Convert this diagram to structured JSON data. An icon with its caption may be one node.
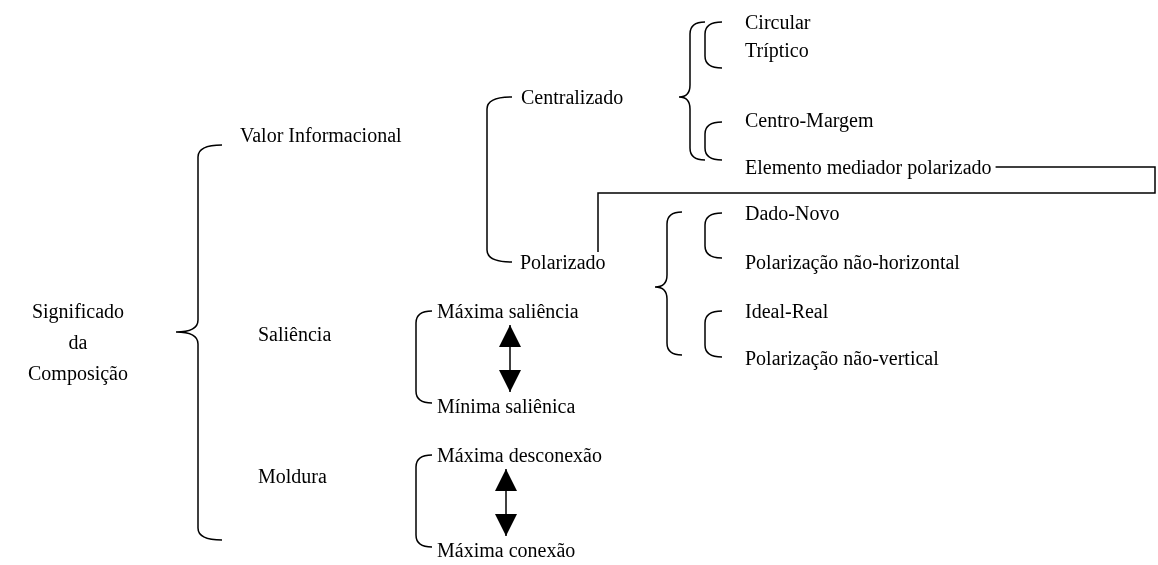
{
  "diagram": {
    "nodes": [
      {
        "text": [
          "Significado da Composição"
        ]
      },
      {
        "text": [
          "Valor Informacional"
        ]
      },
      {
        "text": [
          "Saliência"
        ]
      },
      {
        "text": [
          "Moldura"
        ]
      },
      {
        "text": [
          "Centralizado"
        ]
      },
      {
        "text": [
          "Polarizado"
        ]
      },
      {
        "text": [
          "Circular"
        ]
      },
      {
        "text": [
          "Tríptico"
        ]
      },
      {
        "text": [
          "Centro-Margem"
        ]
      },
      {
        "text": [
          "Elemento mediador polarizado"
        ]
      },
      {
        "text": [
          "Dado-Novo"
        ]
      },
      {
        "text": [
          "Polarização não-horizontal"
        ]
      },
      {
        "text": [
          "Ideal-Real"
        ]
      },
      {
        "text": [
          "Polarização não-vertical"
        ]
      },
      {
        "text": [
          "Máxima saliência"
        ]
      },
      {
        "text": [
          "Mínima saliênica"
        ]
      },
      {
        "text": [
          "Máxima desconexão"
        ]
      },
      {
        "text": [
          "Máxima conexão"
        ]
      }
    ],
    "edges": [
      {
        "from": 14,
        "to": 15,
        "arrow": "both"
      },
      {
        "from": 16,
        "to": 17,
        "arrow": "both"
      },
      {
        "from": 9,
        "to": 5,
        "arrow": "none"
      }
    ]
  }
}
